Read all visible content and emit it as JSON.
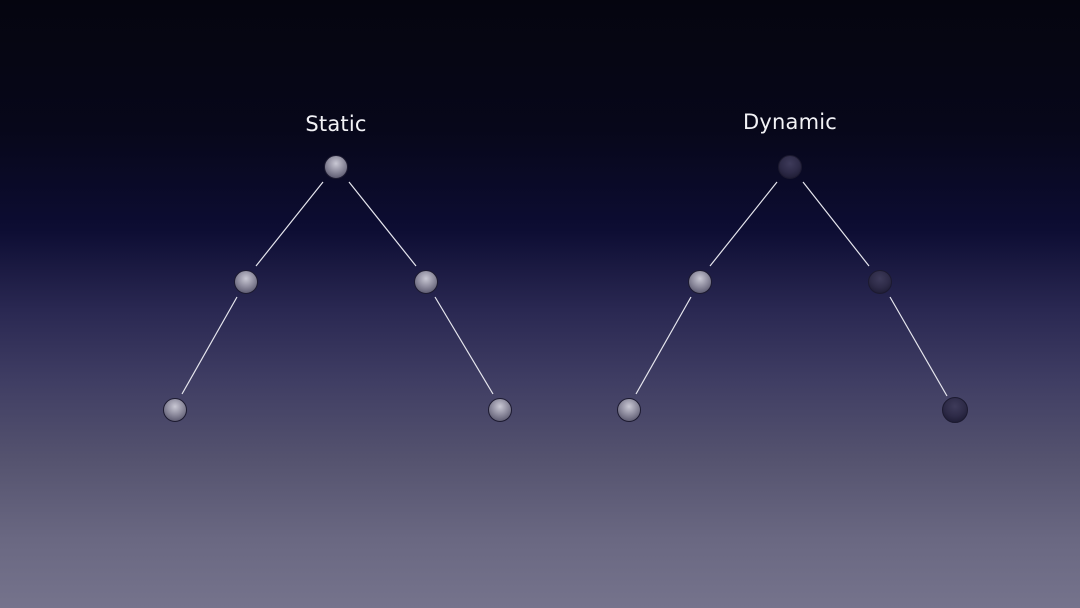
{
  "slide": {
    "trees": [
      {
        "id": "static",
        "title": "Static",
        "nodes": [
          {
            "id": "root",
            "state": "active"
          },
          {
            "id": "left",
            "state": "active"
          },
          {
            "id": "right",
            "state": "active"
          },
          {
            "id": "left-left",
            "state": "active"
          },
          {
            "id": "right-right",
            "state": "active"
          }
        ]
      },
      {
        "id": "dynamic",
        "title": "Dynamic",
        "nodes": [
          {
            "id": "root",
            "state": "inactive"
          },
          {
            "id": "left",
            "state": "active"
          },
          {
            "id": "right",
            "state": "inactive"
          },
          {
            "id": "left-left",
            "state": "active"
          },
          {
            "id": "right-right",
            "state": "inactive"
          }
        ]
      }
    ],
    "colors": {
      "active_node": "#8e8c9e",
      "inactive_node": "#2e2b48",
      "edge": "#e6e6ee",
      "title": "#f2f2f6"
    }
  }
}
